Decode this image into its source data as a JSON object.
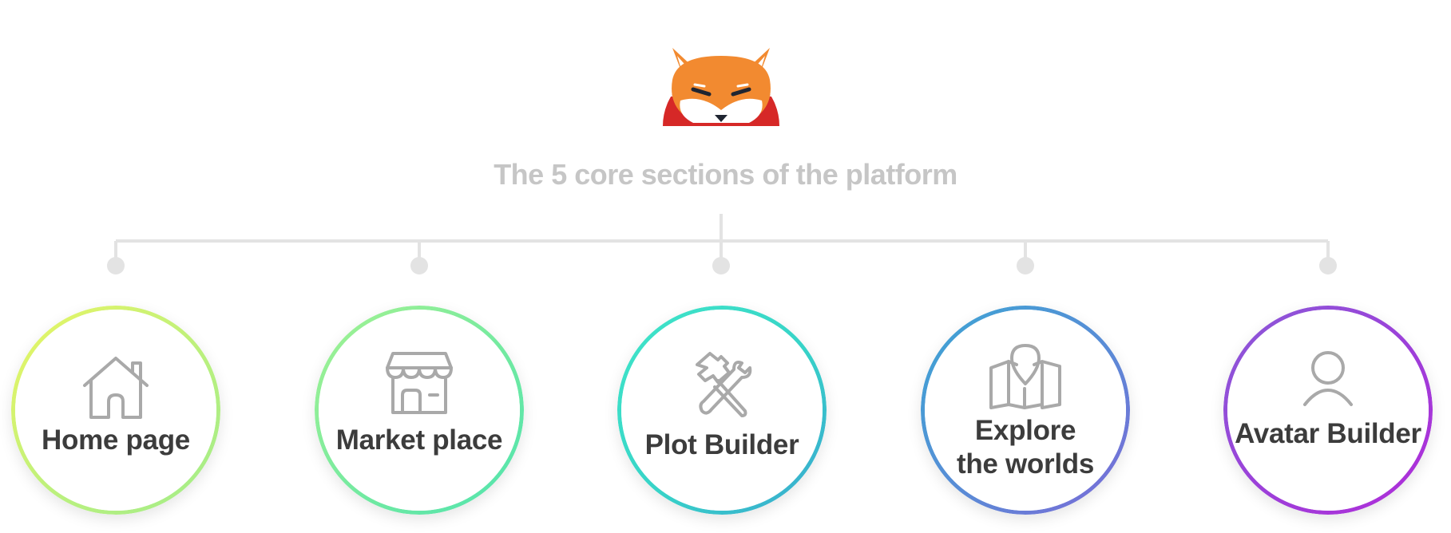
{
  "title": "The 5 core sections of the platform",
  "logo": {
    "icon": "shiba-inu-mascot-icon"
  },
  "sections": [
    {
      "label": "Home page",
      "icon": "house-icon"
    },
    {
      "label": "Market place",
      "icon": "storefront-icon"
    },
    {
      "label": "Plot Builder",
      "icon": "hammer-wrench-icon"
    },
    {
      "label": "Explore the worlds",
      "icon": "map-pin-icon"
    },
    {
      "label": "Avatar Builder",
      "icon": "user-icon"
    }
  ],
  "colors": {
    "title": "#c6c6c6",
    "label": "#3c3c3c",
    "connector": "#e3e3e3",
    "icon": "#a9a9a9",
    "logo_red": "#d62827",
    "logo_orange": "#f28a30"
  }
}
